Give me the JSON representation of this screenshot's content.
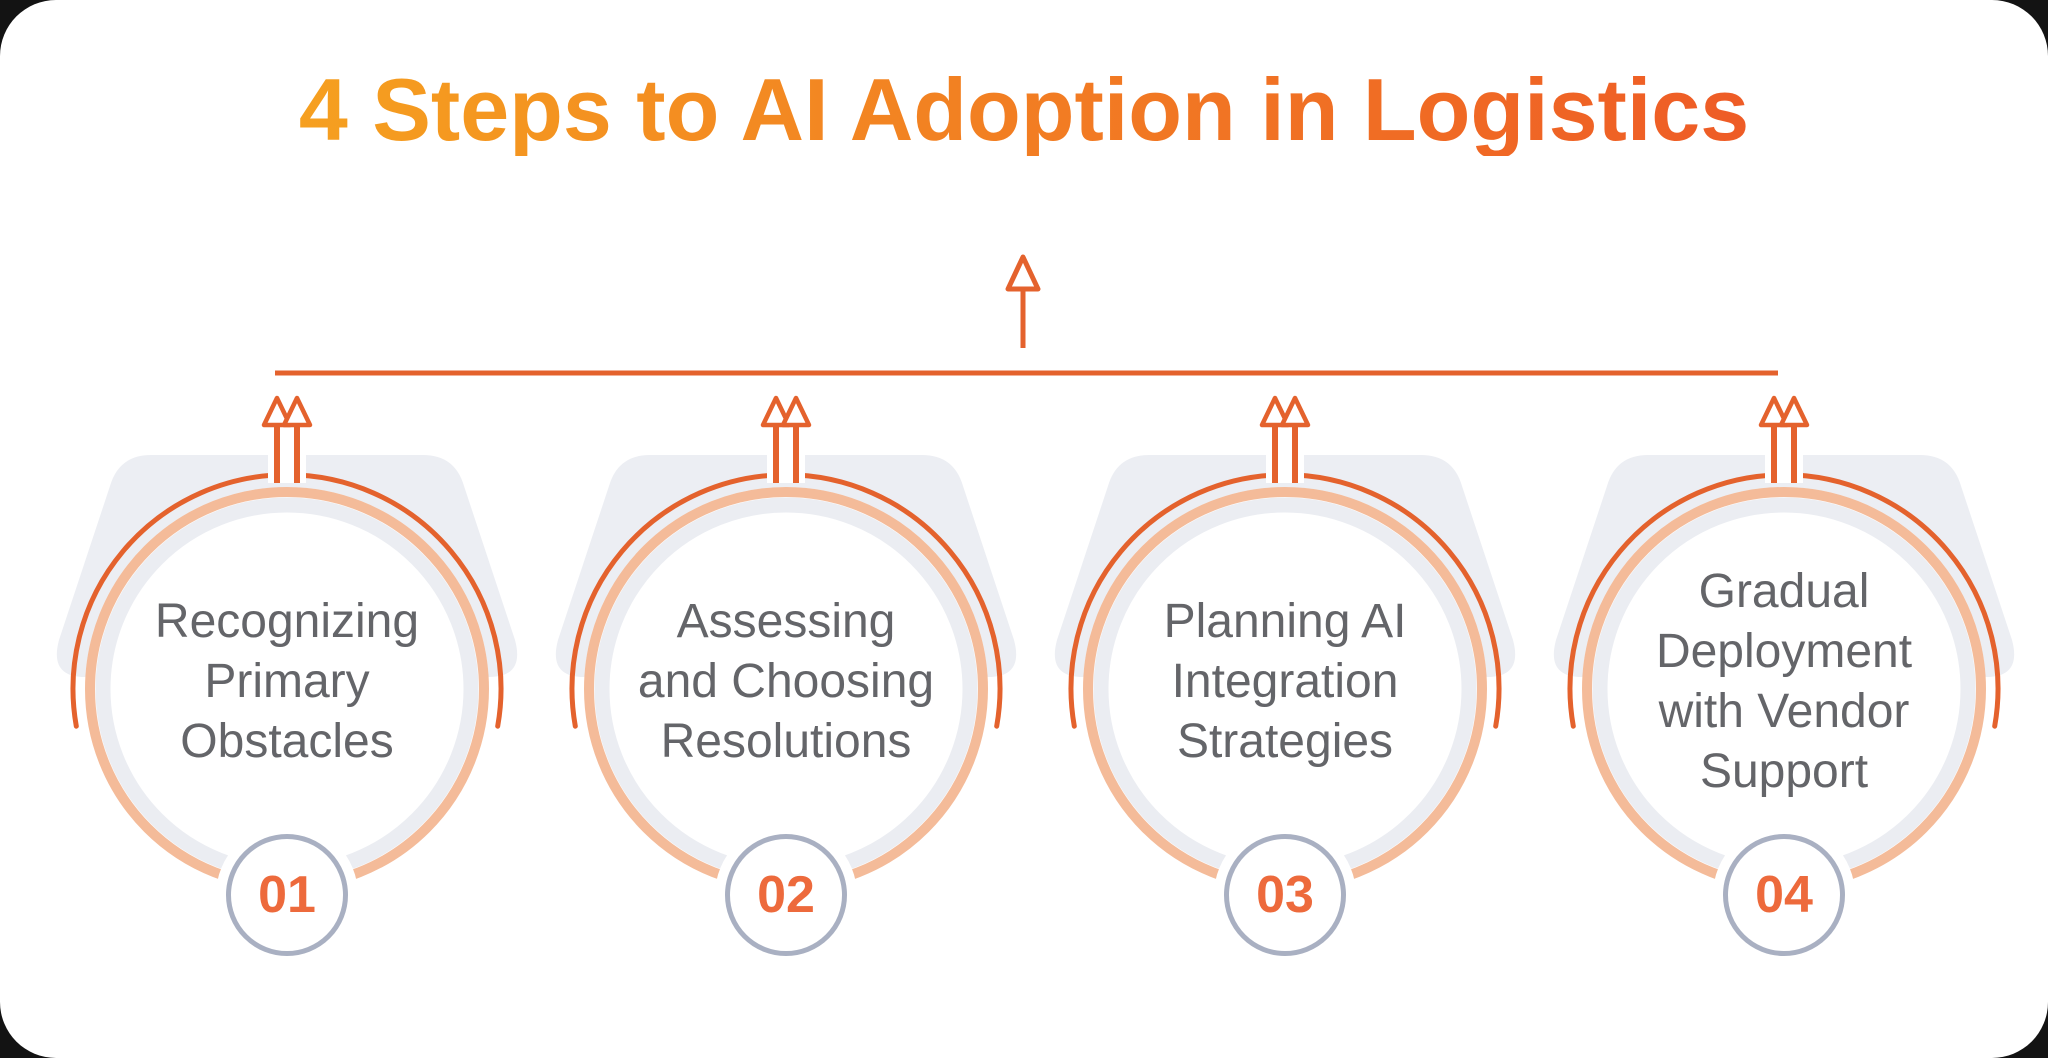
{
  "title": {
    "text": "4 Steps to AI Adoption in Logistics"
  },
  "colors": {
    "title_gradient_start": "#F6A41F",
    "title_gradient_end": "#EE5926",
    "accent_orange": "#E4622D",
    "peach_ring": "#F4BB99",
    "inner_gray_ring": "#EBEDF2",
    "shape_gray": "#ECEEF3",
    "label_gray": "#646569",
    "badge_border": "#A9B0C2",
    "badge_number": "#ED6A3C",
    "card_background": "#FFFFFF"
  },
  "steps": [
    {
      "number": "01",
      "label": "Recognizing Primary Obstacles",
      "lines": [
        "Recognizing",
        "Primary",
        "Obstacles"
      ]
    },
    {
      "number": "02",
      "label": "Assessing and Choosing Resolutions",
      "lines": [
        "Assessing",
        "and Choosing",
        "Resolutions"
      ]
    },
    {
      "number": "03",
      "label": "Planning AI Integration Strategies",
      "lines": [
        "Planning AI",
        "Integration",
        "Strategies"
      ]
    },
    {
      "number": "04",
      "label": "Gradual Deployment with Vendor Support",
      "lines": [
        "Gradual",
        "Deployment",
        "with Vendor",
        "Support"
      ]
    }
  ]
}
